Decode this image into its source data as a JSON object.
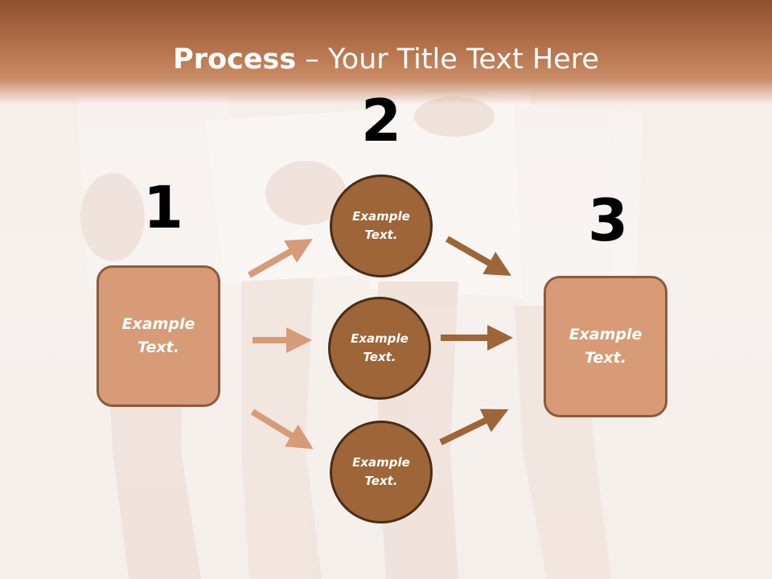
{
  "title": {
    "bold": "Process",
    "rest": " – Your Title Text Here"
  },
  "steps": [
    "1",
    "2",
    "3"
  ],
  "left_box": "Example\nText.",
  "circles": [
    "Example\nText.",
    "Example\nText.",
    "Example\nText."
  ],
  "right_box": "Example\nText.",
  "colors": {
    "title_bar": "#a8653f",
    "box_fill": "#d79b78",
    "box_border": "#8d5a3e",
    "circle_fill": "#9d6538",
    "circle_border": "#4a2c17",
    "left_arrows": "#d79b78",
    "right_arrows": "#9d6538"
  }
}
